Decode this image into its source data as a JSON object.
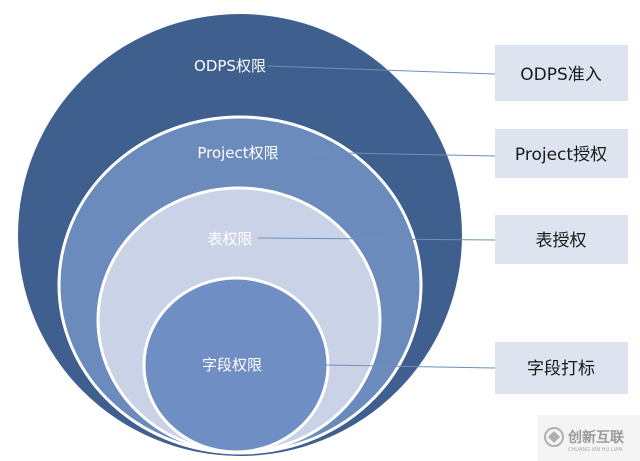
{
  "diagram": {
    "levels": [
      {
        "circle_label": "ODPS权限",
        "box_label": "ODPS准入"
      },
      {
        "circle_label": "Project权限",
        "box_label": "Project授权"
      },
      {
        "circle_label": "表权限",
        "box_label": "表授权"
      },
      {
        "circle_label": "字段权限",
        "box_label": "字段打标"
      }
    ],
    "colors": {
      "level1_fill": "#3f5f8e",
      "level2_fill": "#6c8bbd",
      "level3_fill": "#c9d2e6",
      "level4_fill": "#6f8ec4",
      "circle_stroke": "#ffffff",
      "box_fill": "#dde3ef",
      "connector": "#6f8fb8"
    }
  },
  "watermark": {
    "text": "创新互联",
    "subtext": "CHUANG XIN HU LIAN"
  }
}
